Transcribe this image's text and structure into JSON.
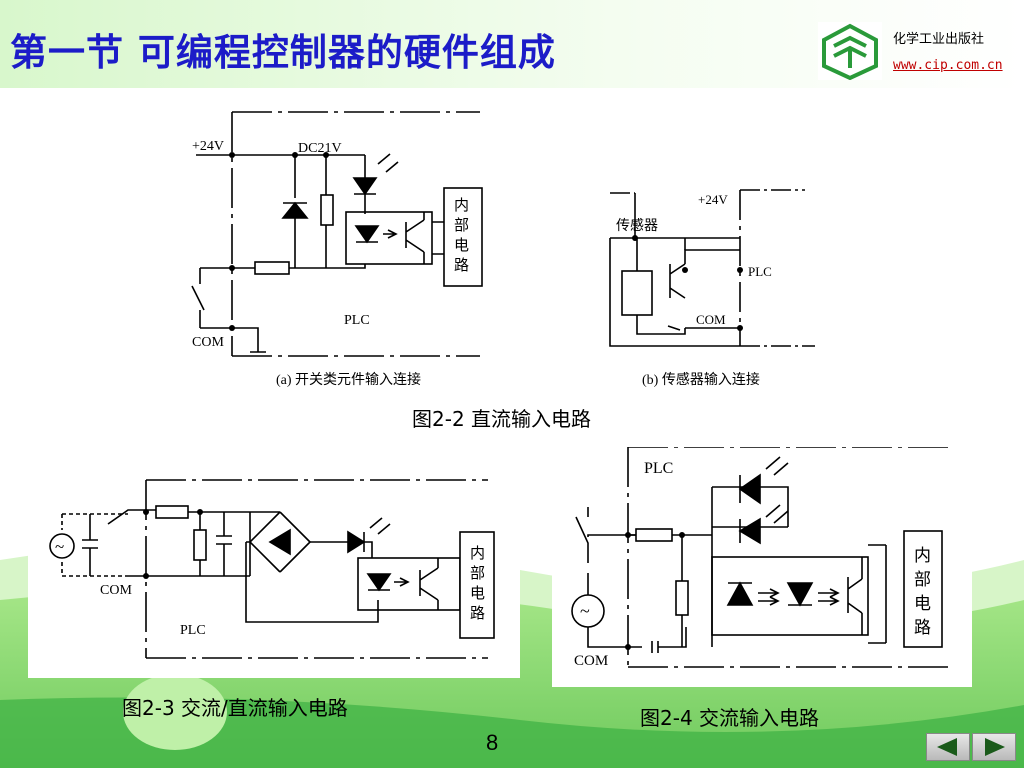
{
  "slide": {
    "title": "第一节 可编程控制器的硬件组成",
    "publisher": "化学工业出版社",
    "url": "www.cip.com.cn",
    "page_number": "8"
  },
  "colors": {
    "title": "#1c1cc8",
    "url": "#c00000",
    "green_light": "#c8f5b8",
    "green_mid": "#8fdc6a",
    "green_dark": "#3cb043"
  },
  "icons": {
    "logo": "cip-logo-icon",
    "prev": "prev-arrow-icon",
    "next": "next-arrow-icon"
  },
  "fig22": {
    "caption": "图2-2  直流输入电路",
    "a": {
      "label_24v": "+24V",
      "label_dc": "DC21V",
      "label_internal": [
        "内",
        "部",
        "电",
        "路"
      ],
      "label_plc": "PLC",
      "label_com": "COM",
      "caption": "(a)  开关类元件输入连接"
    },
    "b": {
      "label_24v": "+24V",
      "label_sensor": "传感器",
      "label_plc": "PLC",
      "label_com": "COM",
      "caption": "(b)  传感器输入连接"
    }
  },
  "fig23": {
    "caption": "图2-3  交流/直流输入电路",
    "label_com": "COM",
    "label_plc": "PLC",
    "label_tilde": "~",
    "label_internal": [
      "内",
      "部",
      "电",
      "路"
    ]
  },
  "fig24": {
    "caption": "图2-4  交流输入电路",
    "label_plc": "PLC",
    "label_com": "COM",
    "label_tilde": "~",
    "label_internal": [
      "内",
      "部",
      "电",
      "路"
    ]
  }
}
